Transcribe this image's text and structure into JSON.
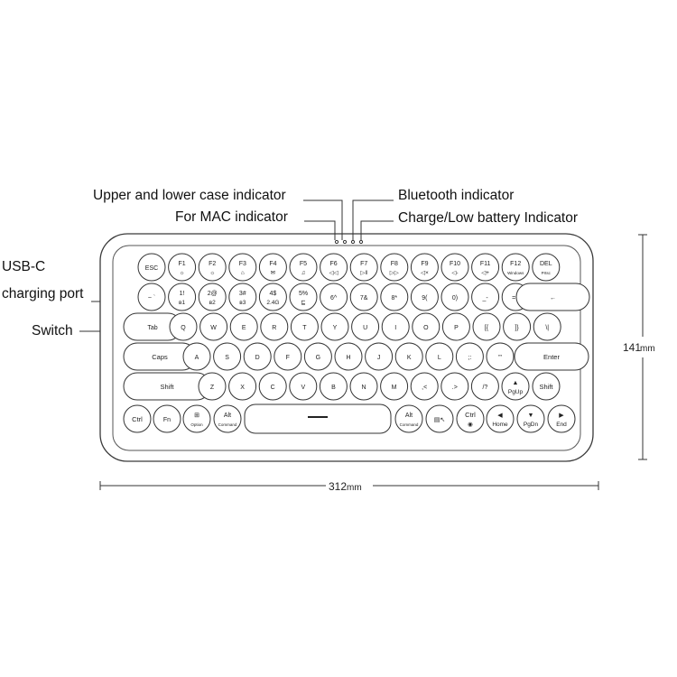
{
  "callouts": {
    "caps_indicator": "Upper and lower case indicator",
    "mac_indicator": "For MAC indicator",
    "bluetooth_indicator": "Bluetooth indicator",
    "charge_indicator": "Charge/Low battery Indicator",
    "usb_c_line1": "USB-C",
    "usb_c_line2": "charging port",
    "switch": "Switch"
  },
  "dimensions": {
    "width_value": "312",
    "width_unit": "mm",
    "height_value": "141",
    "height_unit": "mm"
  },
  "rows": [
    [
      {
        "main": "ESC",
        "sub": ""
      },
      {
        "main": "F1",
        "sub": "☼"
      },
      {
        "main": "F2",
        "sub": "☼"
      },
      {
        "main": "F3",
        "sub": "⌂"
      },
      {
        "main": "F4",
        "sub": "✉"
      },
      {
        "main": "F5",
        "sub": "♫"
      },
      {
        "main": "F6",
        "sub": "◁◁"
      },
      {
        "main": "F7",
        "sub": "▷‖"
      },
      {
        "main": "F8",
        "sub": "▷▷"
      },
      {
        "main": "F9",
        "sub": "◁×"
      },
      {
        "main": "F10",
        "sub": "◁-"
      },
      {
        "main": "F11",
        "sub": "◁+"
      },
      {
        "main": "F12",
        "sub": "Windows"
      },
      {
        "main": "DEL",
        "sub": "Prtsc"
      }
    ],
    [
      {
        "main": "~ `",
        "sub": ""
      },
      {
        "main": "1!",
        "sub": "ʙ1"
      },
      {
        "main": "2@",
        "sub": "ʙ2"
      },
      {
        "main": "3#",
        "sub": "ʙ3"
      },
      {
        "main": "4$",
        "sub": "2.4G"
      },
      {
        "main": "5%",
        "sub": "⊑"
      },
      {
        "main": "6^",
        "sub": ""
      },
      {
        "main": "7&",
        "sub": ""
      },
      {
        "main": "8*",
        "sub": ""
      },
      {
        "main": "9(",
        "sub": ""
      },
      {
        "main": "0)",
        "sub": ""
      },
      {
        "main": "_-",
        "sub": ""
      },
      {
        "main": "=+",
        "sub": ""
      },
      {
        "main": "←",
        "sub": ""
      }
    ],
    [
      {
        "main": "Tab",
        "sub": ""
      },
      {
        "main": "Q",
        "sub": ""
      },
      {
        "main": "W",
        "sub": ""
      },
      {
        "main": "E",
        "sub": ""
      },
      {
        "main": "R",
        "sub": ""
      },
      {
        "main": "T",
        "sub": ""
      },
      {
        "main": "Y",
        "sub": ""
      },
      {
        "main": "U",
        "sub": ""
      },
      {
        "main": "I",
        "sub": ""
      },
      {
        "main": "O",
        "sub": ""
      },
      {
        "main": "P",
        "sub": ""
      },
      {
        "main": "[{",
        "sub": ""
      },
      {
        "main": "]}",
        "sub": ""
      },
      {
        "main": "\\|",
        "sub": ""
      }
    ],
    [
      {
        "main": "Caps",
        "sub": ""
      },
      {
        "main": "A",
        "sub": ""
      },
      {
        "main": "S",
        "sub": ""
      },
      {
        "main": "D",
        "sub": ""
      },
      {
        "main": "F",
        "sub": ""
      },
      {
        "main": "G",
        "sub": ""
      },
      {
        "main": "H",
        "sub": ""
      },
      {
        "main": "J",
        "sub": ""
      },
      {
        "main": "K",
        "sub": ""
      },
      {
        "main": "L",
        "sub": ""
      },
      {
        "main": ";:",
        "sub": ""
      },
      {
        "main": "'\"",
        "sub": ""
      },
      {
        "main": "Enter",
        "sub": ""
      }
    ],
    [
      {
        "main": "Shift",
        "sub": ""
      },
      {
        "main": "Z",
        "sub": ""
      },
      {
        "main": "X",
        "sub": ""
      },
      {
        "main": "C",
        "sub": ""
      },
      {
        "main": "V",
        "sub": ""
      },
      {
        "main": "B",
        "sub": ""
      },
      {
        "main": "N",
        "sub": ""
      },
      {
        "main": "M",
        "sub": ""
      },
      {
        "main": ",<",
        "sub": ""
      },
      {
        "main": ".>",
        "sub": ""
      },
      {
        "main": "/?",
        "sub": ""
      },
      {
        "main": "▲",
        "sub": "PgUp"
      },
      {
        "main": "Shift",
        "sub": ""
      }
    ],
    [
      {
        "main": "Ctrl",
        "sub": ""
      },
      {
        "main": "Fn",
        "sub": ""
      },
      {
        "main": "⊞",
        "sub": "Option"
      },
      {
        "main": "Alt",
        "sub": "Command"
      },
      {
        "main": "",
        "sub": ""
      },
      {
        "main": "Alt",
        "sub": "Command"
      },
      {
        "main": "▤↖",
        "sub": ""
      },
      {
        "main": "Ctrl",
        "sub": "◉"
      },
      {
        "main": "◀",
        "sub": "Home"
      },
      {
        "main": "▼",
        "sub": "PgDn"
      },
      {
        "main": "▶",
        "sub": "End"
      }
    ]
  ]
}
